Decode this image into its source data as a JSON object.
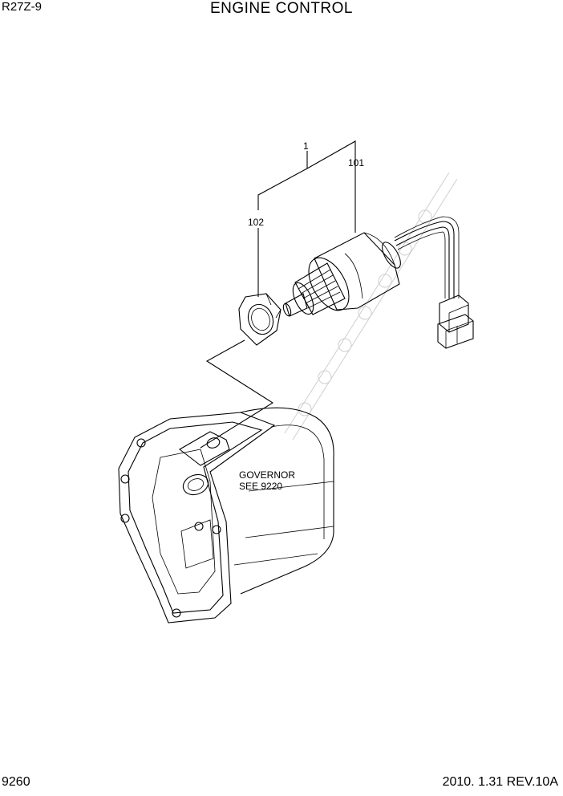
{
  "header": {
    "model": "R27Z-9",
    "title": "ENGINE CONTROL"
  },
  "callouts": {
    "assembly": "1",
    "solenoid": "101",
    "nut": "102",
    "governor_line1": "GOVERNOR",
    "governor_line2": "SEE 9220"
  },
  "footer": {
    "page_number": "9260",
    "revision": "2010. 1.31  REV.10A"
  }
}
